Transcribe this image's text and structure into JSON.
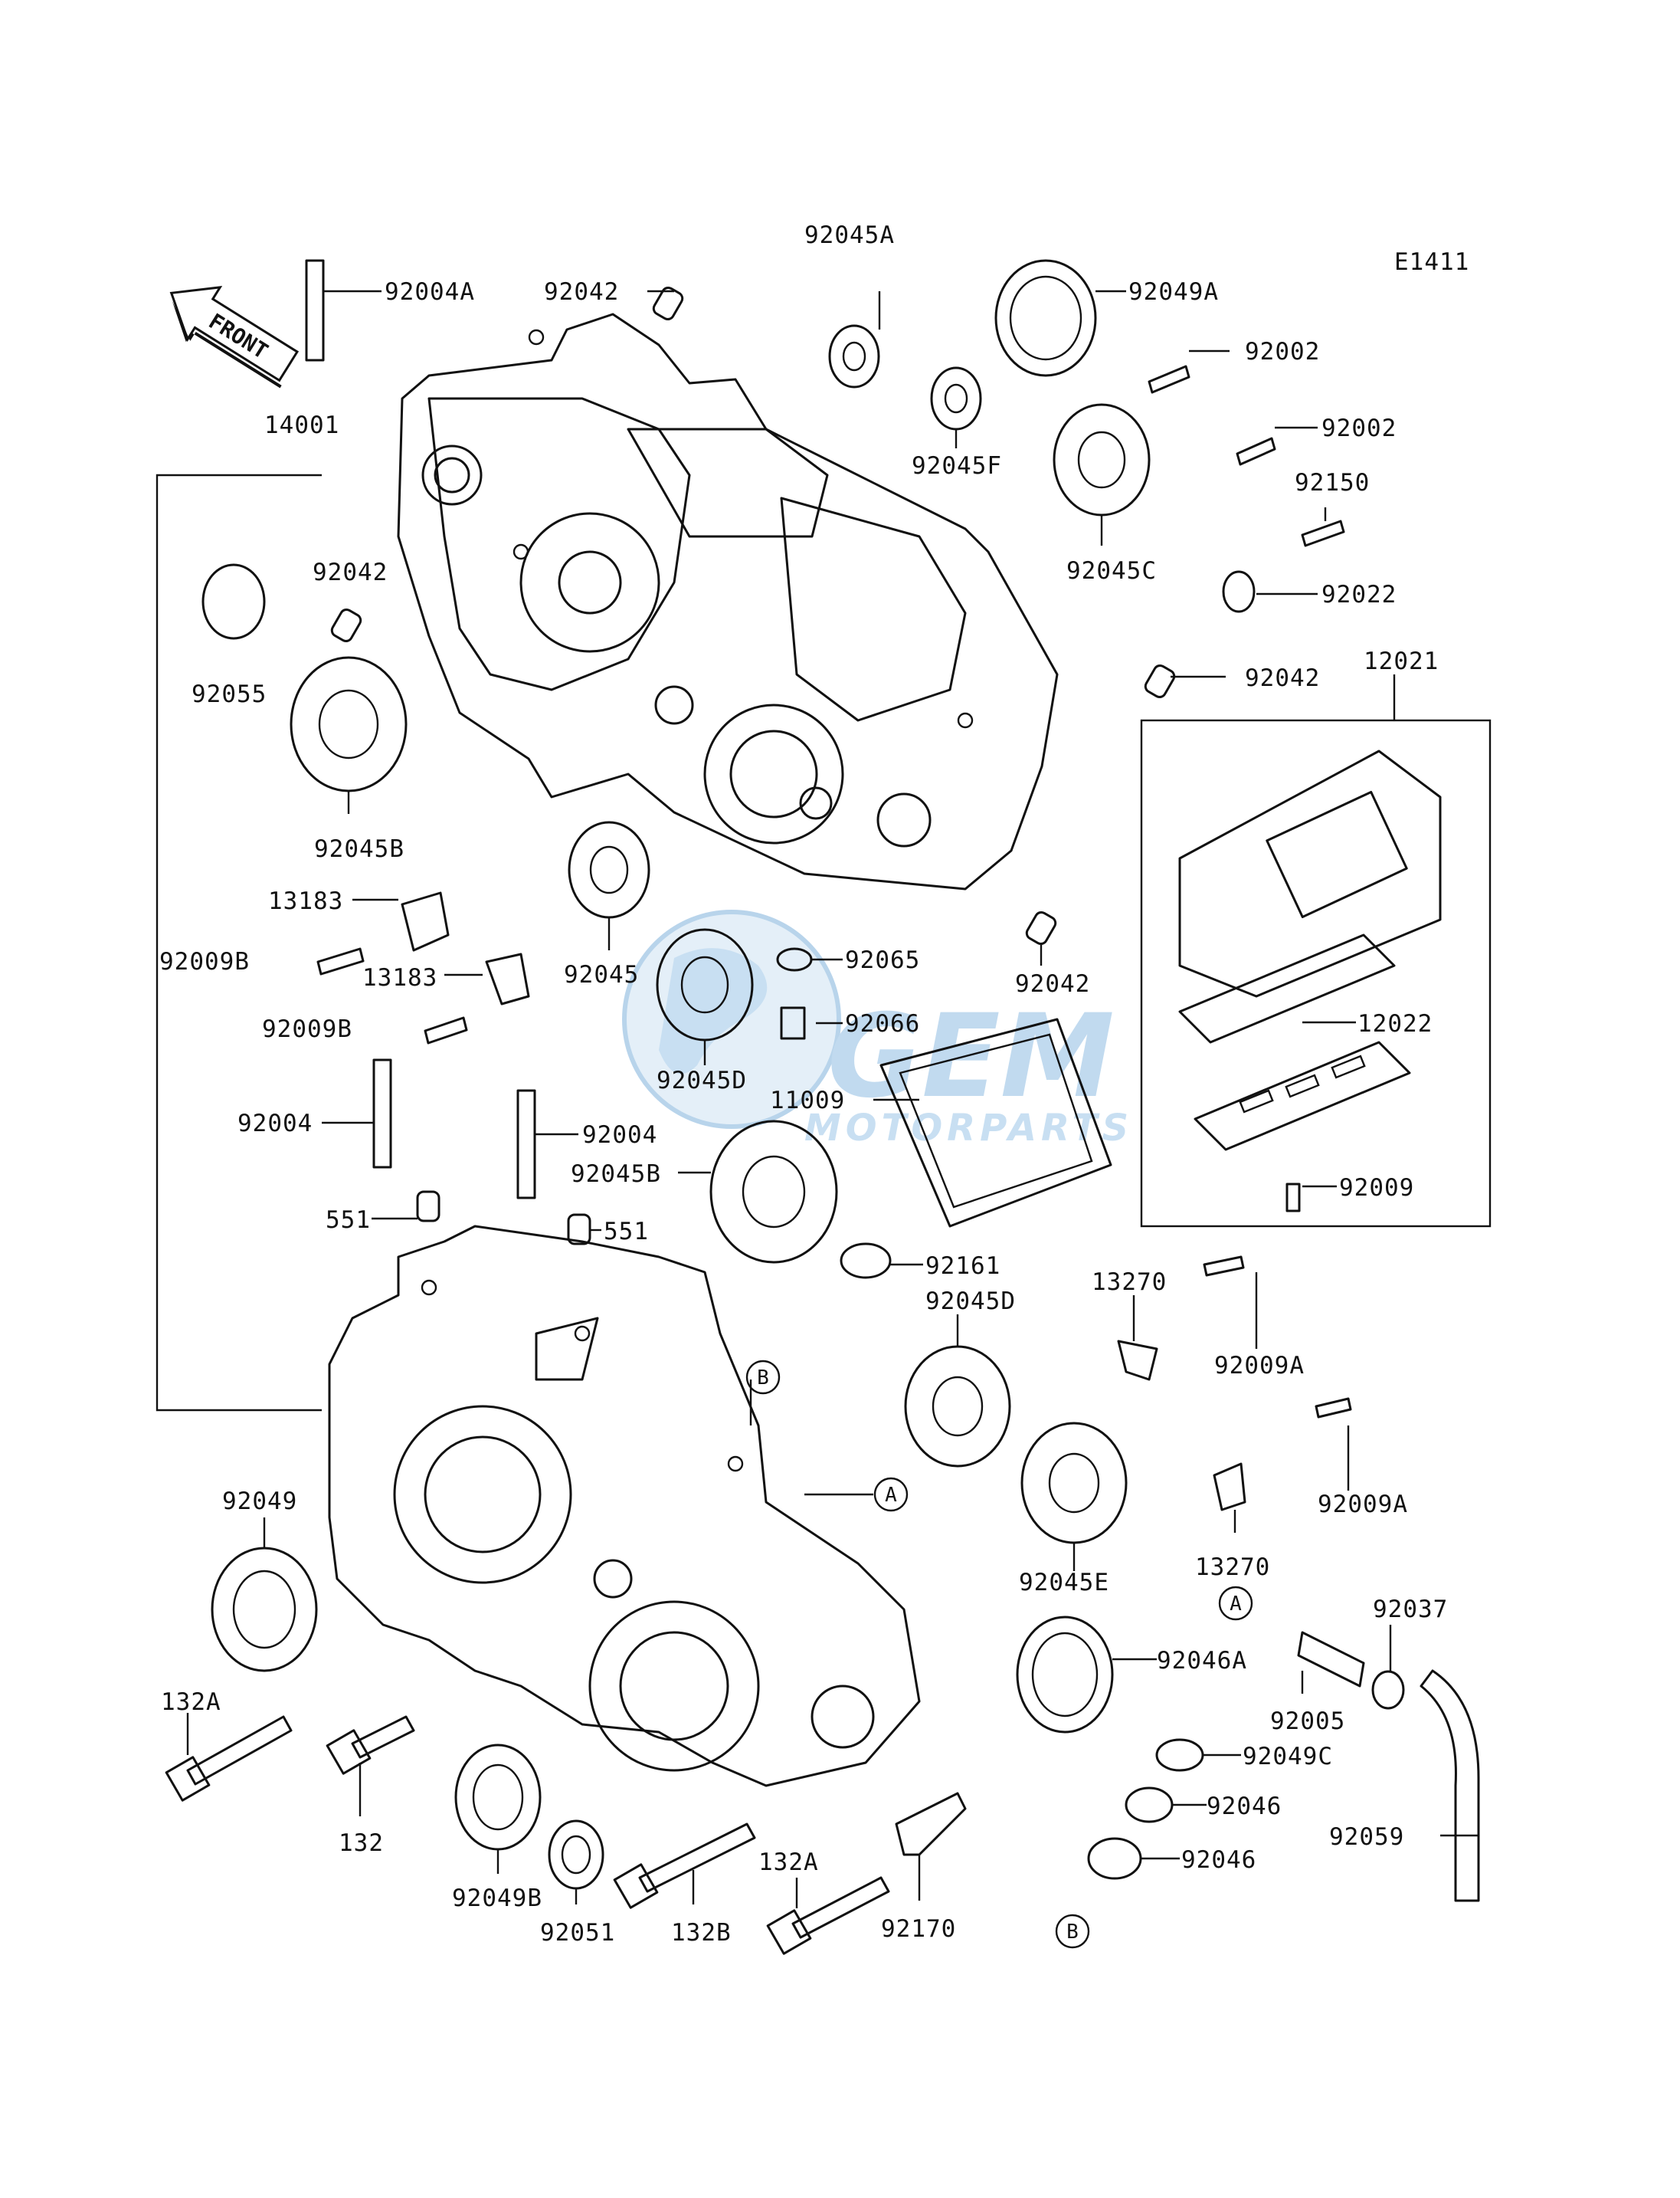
{
  "diagram_code": "E1411",
  "front_arrow_label": "FRONT",
  "watermark": {
    "brand": "GEM",
    "sub": "MOTORPARTS",
    "color": "#6fa8d8"
  },
  "labels": {
    "p92004A": "92004A",
    "p92042_top": "92042",
    "p92045A": "92045A",
    "p92049A": "92049A",
    "p92002_a": "92002",
    "p92002_b": "92002",
    "p14001": "14001",
    "p92045F": "92045F",
    "p92150": "92150",
    "p92042_left": "92042",
    "p92045C": "92045C",
    "p92022": "92022",
    "p92055": "92055",
    "p92042_right": "92042",
    "p12021": "12021",
    "p92045B_top": "92045B",
    "p13183_a": "13183",
    "p92009B_a": "92009B",
    "p13183_b": "13183",
    "p92045": "92045",
    "p92065": "92065",
    "p92042_mid": "92042",
    "p12022": "12022",
    "p92009B_b": "92009B",
    "p92066": "92066",
    "p92045D_top": "92045D",
    "p11009": "11009",
    "p92004_a": "92004",
    "p92004_b": "92004",
    "p92045B_mid": "92045B",
    "p92009": "92009",
    "p551_a": "551",
    "p551_b": "551",
    "p92161": "92161",
    "p92045D_mid": "92045D",
    "p13270_a": "13270",
    "p92009A_a": "92009A",
    "p92049": "92049",
    "p92009A_b": "92009A",
    "p13270_b": "13270",
    "p92045E": "92045E",
    "p92037": "92037",
    "p92046A": "92046A",
    "p132A_a": "132A",
    "p92005": "92005",
    "p132": "132",
    "p92049C": "92049C",
    "p92046_a": "92046",
    "p92059": "92059",
    "p92046_b": "92046",
    "p132A_b": "132A",
    "p92049B": "92049B",
    "p92051": "92051",
    "p132B": "132B",
    "p92170": "92170"
  },
  "markers": {
    "a": "A",
    "b": "B"
  }
}
